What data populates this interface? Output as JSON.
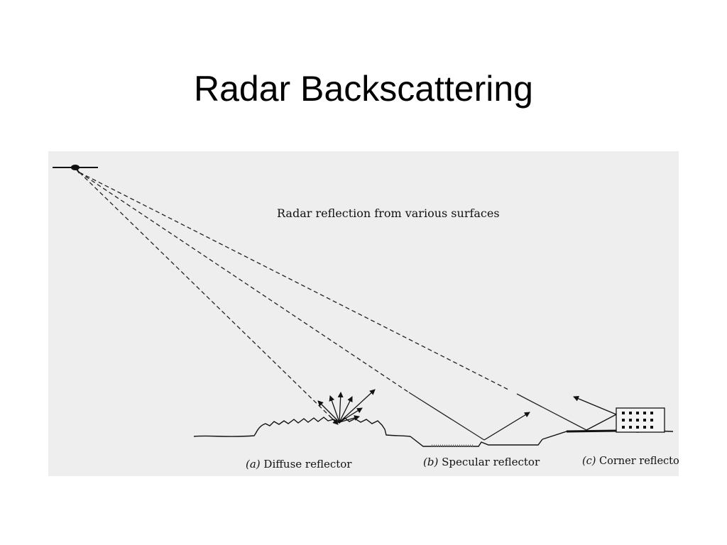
{
  "slide": {
    "title": "Radar Backscattering"
  },
  "figure": {
    "heading": "Radar reflection from various surfaces",
    "captions": [
      {
        "letter": "(a)",
        "text": " Diffuse reflector"
      },
      {
        "letter": "(b)",
        "text": " Specular reflector"
      },
      {
        "letter": "(c)",
        "text": " Corner reflector"
      }
    ],
    "icons": [
      "aircraft-icon",
      "building-icon"
    ]
  }
}
